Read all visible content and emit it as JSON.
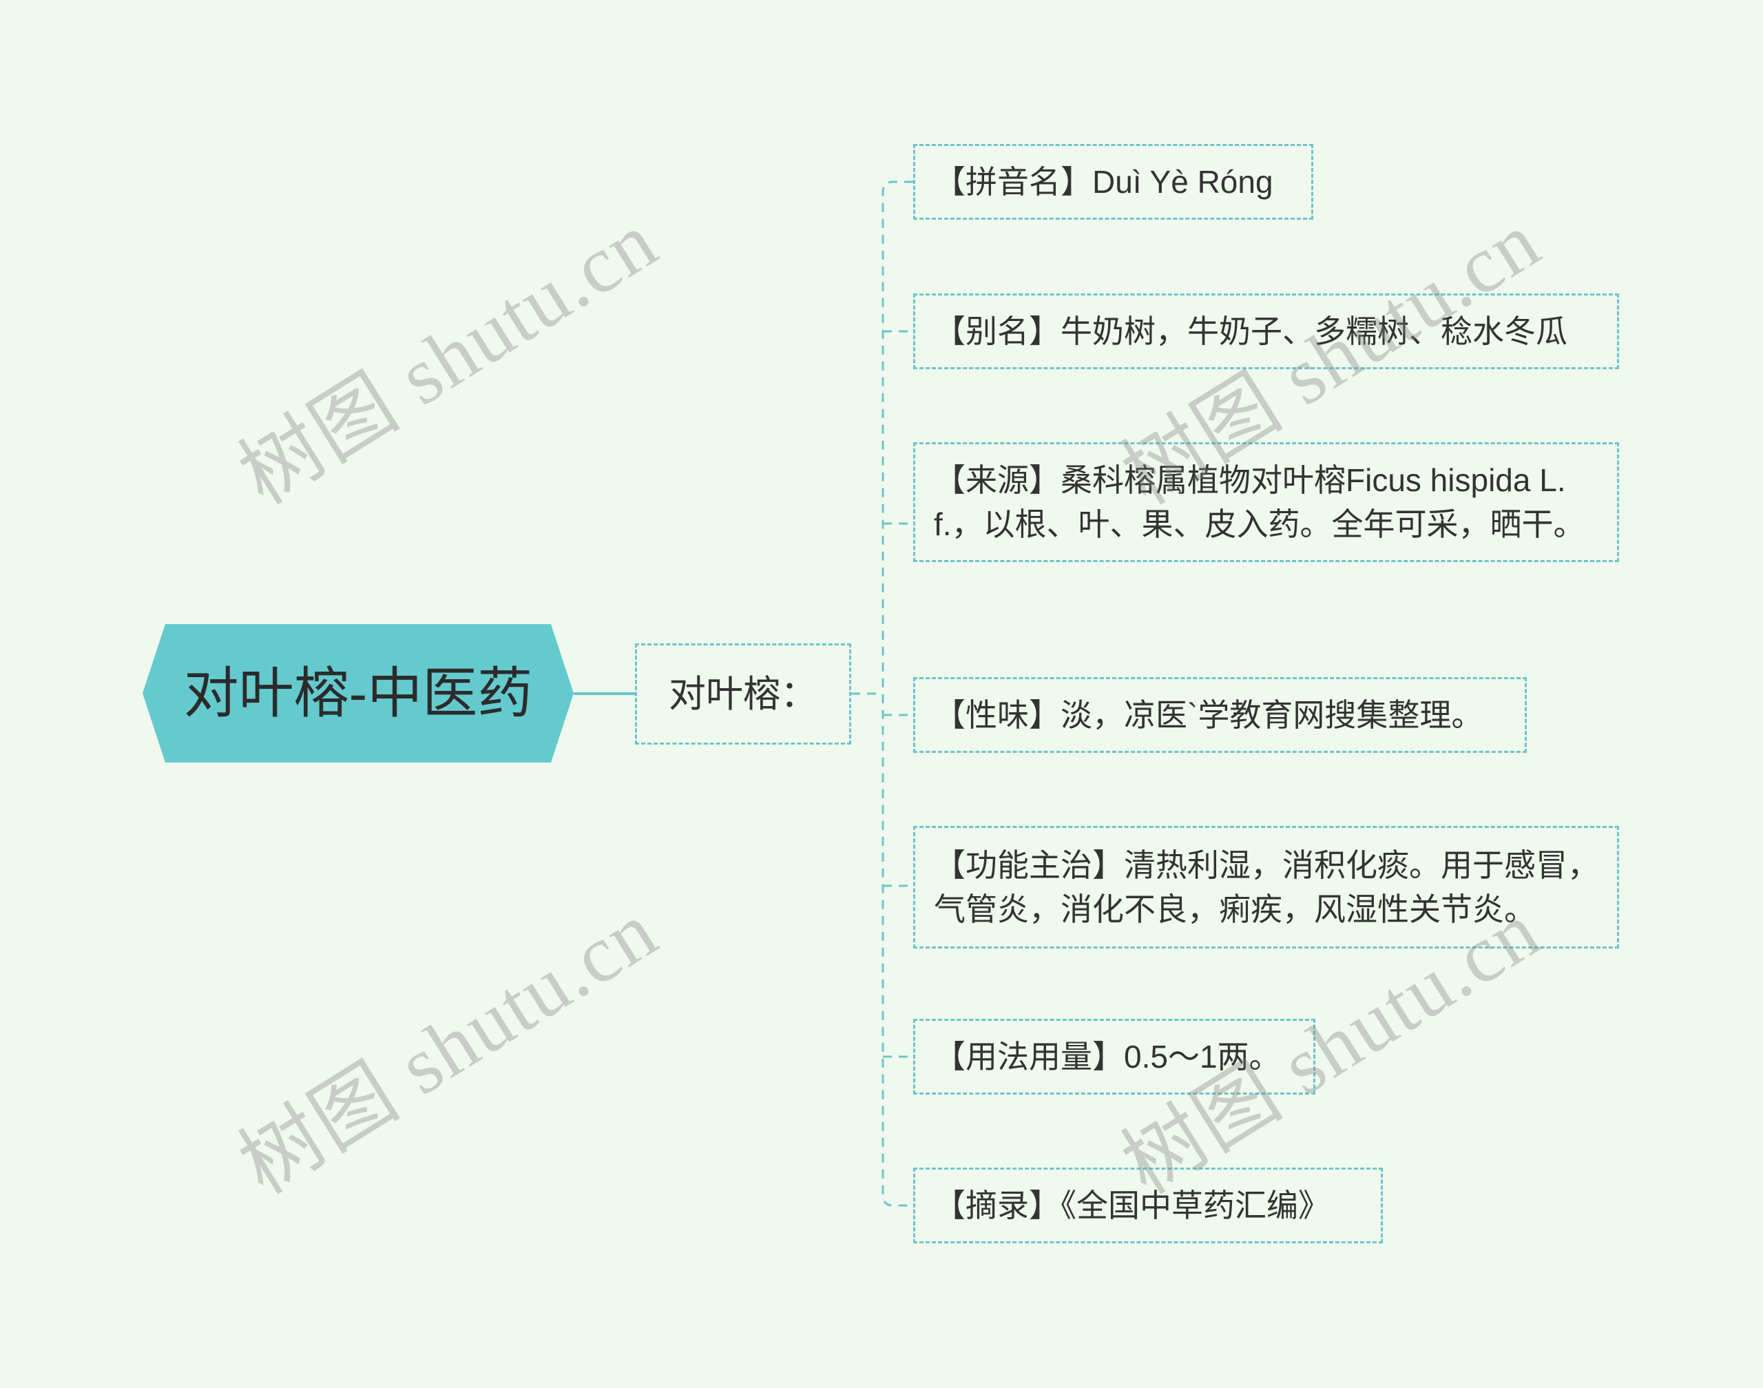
{
  "colors": {
    "background": "#F0F9EE",
    "accent": "#64CACE",
    "line": "#6CC5CB",
    "text": "#333333"
  },
  "root": {
    "label": "对叶榕-中医药"
  },
  "branch": {
    "label": "对叶榕："
  },
  "items": [
    {
      "label": "【拼音名】Duì Yè Róng"
    },
    {
      "label": "【别名】牛奶树，牛奶子、多糯树、稔水冬瓜"
    },
    {
      "label": "【来源】桑科榕属植物对叶榕Ficus hispida L. f.，以根、叶、果、皮入药。全年可采，晒干。"
    },
    {
      "label": "【性味】淡，凉医`学教育网搜集整理。"
    },
    {
      "label": "【功能主治】清热利湿，消积化痰。用于感冒，气管炎，消化不良，痢疾，风湿性关节炎。"
    },
    {
      "label": "【用法用量】0.5～1两。"
    },
    {
      "label": "【摘录】《全国中草药汇编》"
    }
  ],
  "watermark": {
    "text": "树图 shutu.cn"
  }
}
